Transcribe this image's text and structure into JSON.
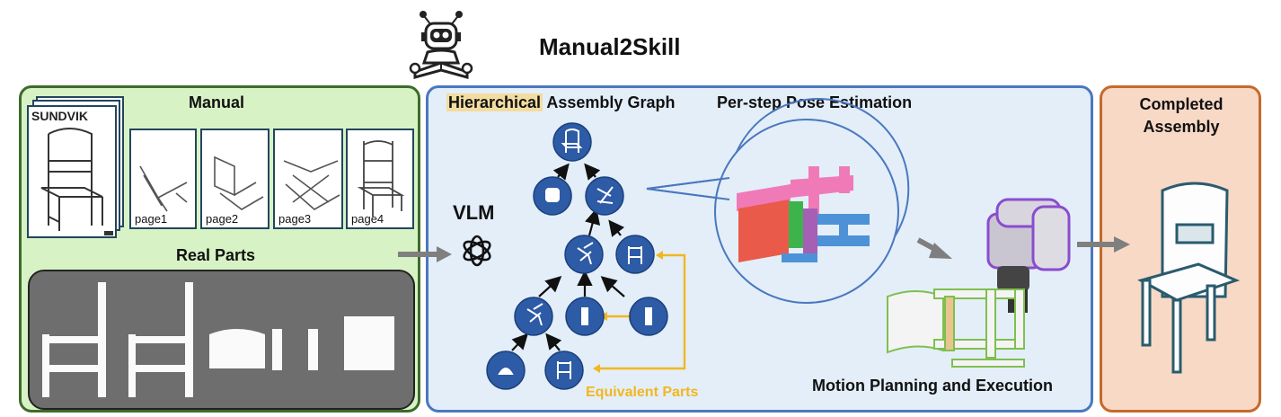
{
  "title": "Manual2Skill",
  "manual": {
    "heading": "Manual",
    "cover_title": "SUNDVIK",
    "pages": [
      "page1",
      "page2",
      "page3",
      "page4"
    ]
  },
  "real_parts": {
    "heading": "Real Parts"
  },
  "vlm_label": "VLM",
  "graph": {
    "heading_highlight": "Hierarchical",
    "heading_rest": " Assembly Graph",
    "equivalent_label": "Equivalent Parts"
  },
  "pose": {
    "heading": "Per-step Pose Estimation"
  },
  "motion": {
    "heading": "Motion Planning and Execution"
  },
  "completed": {
    "heading_line1": "Completed",
    "heading_line2": "Assembly"
  },
  "colors": {
    "manual_panel_bg": "#d7f3c5",
    "manual_panel_border": "#3e6b2a",
    "graph_panel_bg": "#e3eef9",
    "graph_panel_border": "#4a78bf",
    "completed_panel_bg": "#f7d9c6",
    "completed_panel_border": "#c7692a",
    "node_fill": "#2d5ba6",
    "equivalent": "#f2b720",
    "highlight": "#f3dca0"
  }
}
